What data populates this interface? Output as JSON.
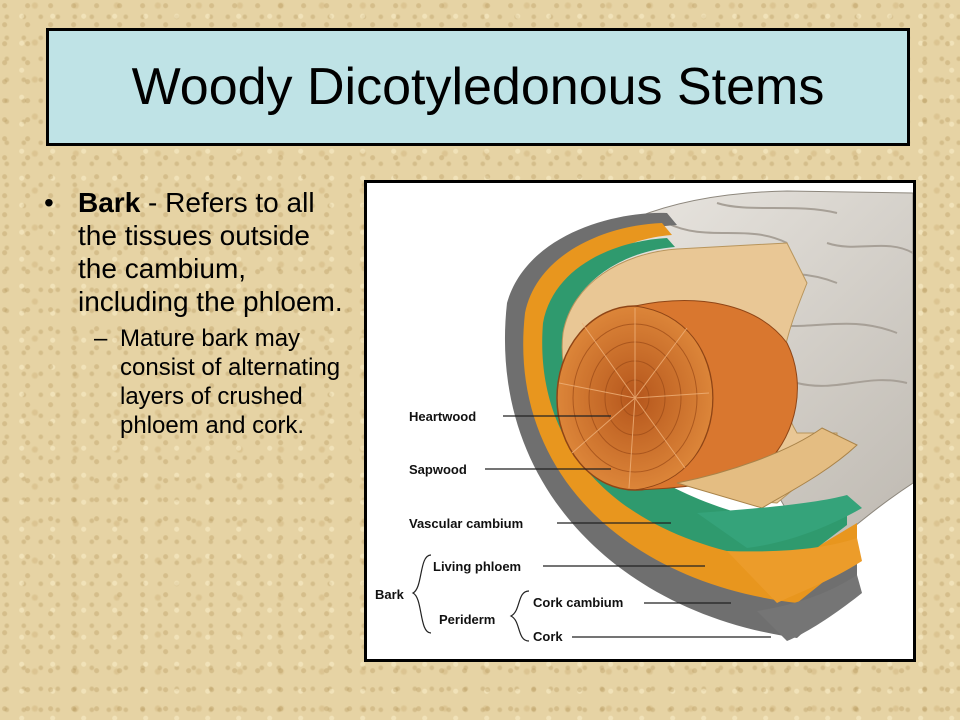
{
  "slide": {
    "title": "Woody Dicotyledonous Stems",
    "bullet": {
      "term": "Bark",
      "text": " - Refers to all the tissues outside the cambium, including the phloem.",
      "sub": "Mature bark may consist of alternating layers of crushed phloem and cork."
    }
  },
  "diagram": {
    "labels": {
      "heartwood": "Heartwood",
      "sapwood": "Sapwood",
      "vascular_cambium": "Vascular cambium",
      "living_phloem": "Living phloem",
      "bark": "Bark",
      "periderm": "Periderm",
      "cork_cambium": "Cork cambium",
      "cork": "Cork"
    },
    "colors": {
      "heartwood": "#c8692a",
      "sapwood": "#e9c795",
      "cambium": "#2f9a6e",
      "phloem": "#e8961e",
      "cork": "#6f6f6f",
      "outer_bark": "#d9d5cf"
    }
  }
}
